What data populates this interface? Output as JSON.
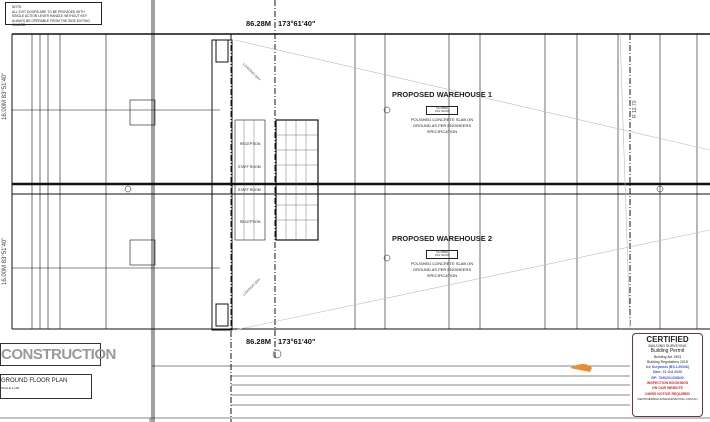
{
  "note": {
    "title": "NOTE:",
    "text": "ALL EXIT DOORS ARE TO BE PROVIDED WITH SINGLE ACTION LEVER HANDLE WITHOUT KEY ALWAYS BE OPERABLE FROM THE SIDE EXITING INWARD."
  },
  "boundary_top": {
    "length": "86.28M",
    "bearing": "173°61'40\""
  },
  "boundary_bottom": {
    "length": "86.28M",
    "bearing": "173°61'40\""
  },
  "boundary_left_top": "16.00M  83°51'40\"",
  "boundary_left_bottom": "16.00M  83°51'40\"",
  "boundary_right": "R 12.70",
  "warehouse1": {
    "title": "PROPOSED WAREHOUSE 1",
    "levels": [
      "CH 8000",
      "FFL 99.00"
    ],
    "slab": [
      "POLISHED CONCRETE SLAB ON",
      "GROUND AS PER ENGINEERS",
      "SPECIFICATION"
    ]
  },
  "warehouse2": {
    "title": "PROPOSED WAREHOUSE 2",
    "levels": [
      "CH 8000",
      "FFL 99.00"
    ],
    "slab": [
      "POLISHED CONCRETE SLAB ON",
      "GROUND AS PER ENGINEERS",
      "SPECIFICATION"
    ]
  },
  "rooms": {
    "reception1": "RECEPTION",
    "staff1": "STAFF ROOM",
    "staff2": "STAFF ROOM",
    "reception2": "RECEPTION",
    "loading1": "LOADING BAY",
    "loading2": "LOADING BAY"
  },
  "title_block": {
    "status": "CONSTRUCTION",
    "sheet": "GROUND FLOOR PLAN",
    "scale": "SCALE 1:100"
  },
  "stamp": {
    "heading": "CERTIFIED",
    "lines": [
      "BUILDING SURVEYING",
      "Building Permit",
      "Building Act 1993",
      "Building Regulations 2018"
    ],
    "surveyor": "Ice Kurjanski (BS-L39336)",
    "date": "Date: 21 Oct 2020",
    "permit": "BP: 7060201336840",
    "warnings": [
      "INSPECTION BOOKINGS",
      "ON OUR WEBSITE",
      "24HRS NOTICE REQUIRED"
    ],
    "footer": "CERTIFIEDBUILDINGSURVEYING.COM.AU"
  }
}
